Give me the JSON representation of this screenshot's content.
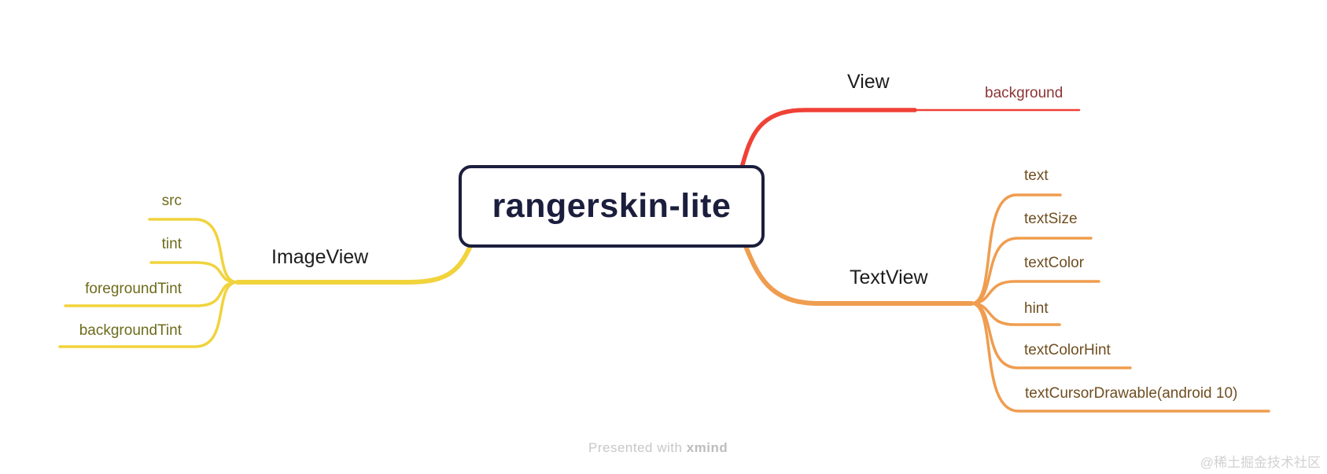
{
  "root": {
    "title": "rangerskin-lite"
  },
  "branches": {
    "view": {
      "label": "View",
      "children": [
        {
          "label": "background"
        }
      ]
    },
    "textview": {
      "label": "TextView",
      "children": [
        {
          "label": "text"
        },
        {
          "label": "textSize"
        },
        {
          "label": "textColor"
        },
        {
          "label": "hint"
        },
        {
          "label": "textColorHint"
        },
        {
          "label": "textCursorDrawable(android 10)"
        }
      ]
    },
    "imageview": {
      "label": "ImageView",
      "children": [
        {
          "label": "src"
        },
        {
          "label": "tint"
        },
        {
          "label": "foregroundTint"
        },
        {
          "label": "backgroundTint"
        }
      ]
    }
  },
  "watermark": {
    "prefix": "Presented with ",
    "brand": "xmind"
  },
  "community_watermark": {
    "text": "@稀土掘金技术社区"
  },
  "colors": {
    "root_border": "#1B1E3C",
    "root_text": "#1B1E3C",
    "branch_view": "#F04137",
    "branch_textview": "#EF9D4F",
    "branch_imageview": "#F1D33C",
    "label_main": "#1D1D1D",
    "label_view_child": "#8D3434",
    "label_textview_child": "#6F4E20",
    "label_imageview_child": "#6E6B1C",
    "watermark": "#C7C7C7",
    "community_watermark_color": "#D2D2D2"
  }
}
